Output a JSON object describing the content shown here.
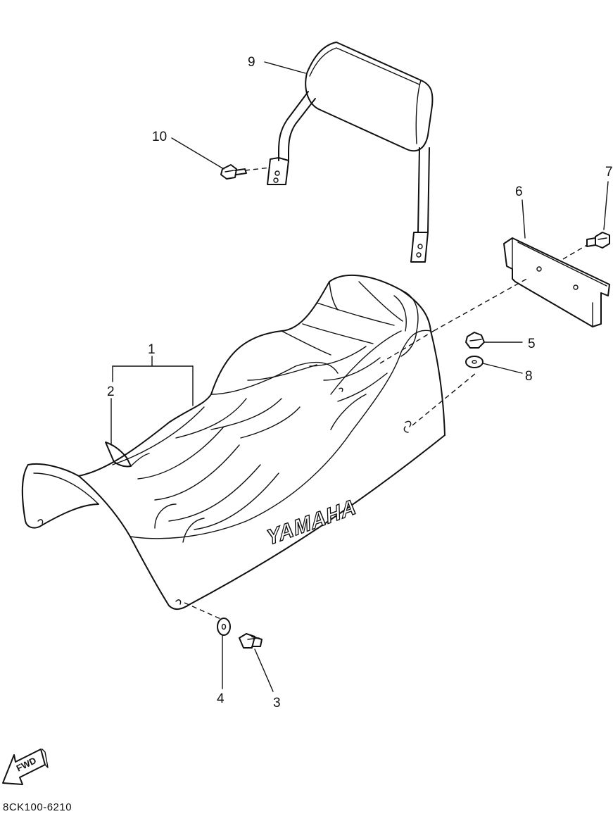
{
  "diagram": {
    "callouts": [
      {
        "id": "1",
        "label": "1"
      },
      {
        "id": "2",
        "label": "2"
      },
      {
        "id": "3",
        "label": "3"
      },
      {
        "id": "4",
        "label": "4"
      },
      {
        "id": "5",
        "label": "5"
      },
      {
        "id": "6",
        "label": "6"
      },
      {
        "id": "7",
        "label": "7"
      },
      {
        "id": "8",
        "label": "8"
      },
      {
        "id": "9",
        "label": "9"
      },
      {
        "id": "10",
        "label": "10"
      }
    ],
    "seat_brand": "YAMAHA",
    "direction_label": "FWD",
    "diagram_code": "8CK100-6210"
  }
}
